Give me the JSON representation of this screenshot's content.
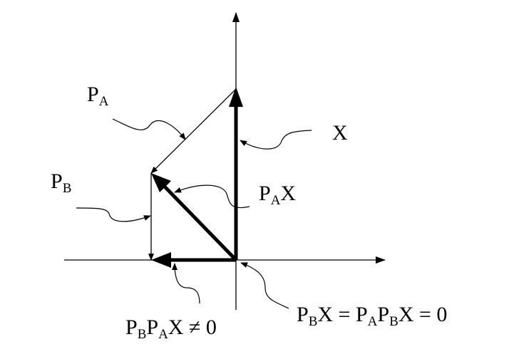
{
  "labels": {
    "pa": {
      "main": "P",
      "sub": "A"
    },
    "pb": {
      "main": "P",
      "sub": "B"
    },
    "x": {
      "main": "X"
    },
    "pax": {
      "p": "P",
      "sub": "A",
      "x": "X"
    },
    "pbpax": {
      "p1": "P",
      "sub1": "B",
      "p2": "P",
      "sub2": "A",
      "rest": "X ≠ 0"
    },
    "pbx": {
      "p1": "P",
      "sub1": "B",
      "mid": "X = P",
      "sub2": "A",
      "p3": "P",
      "sub3": "B",
      "rest": "X = 0"
    }
  },
  "colors": {
    "ink": "#000000",
    "background": "#ffffff"
  }
}
